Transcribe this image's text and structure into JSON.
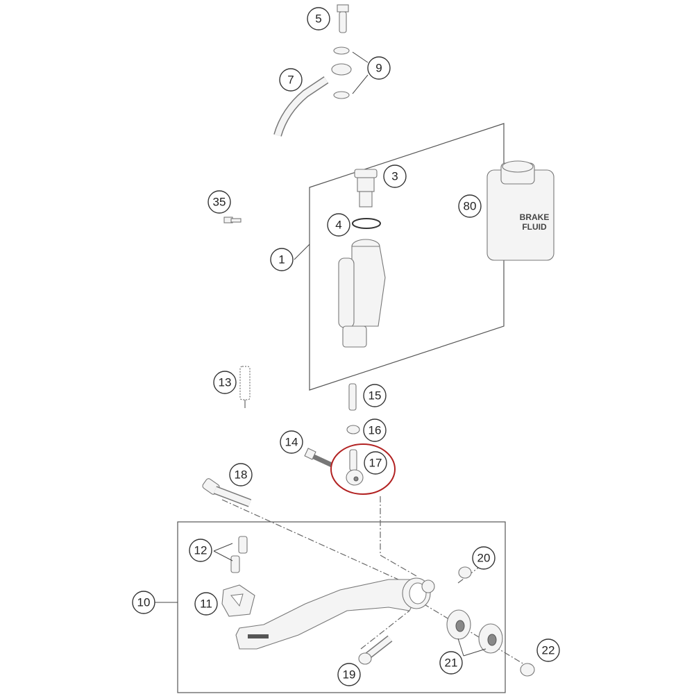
{
  "diagram": {
    "title": "Rear brake master cylinder and brake pedal exploded view",
    "highlight_color": "#b22222",
    "highlighted_part": "17",
    "callouts": {
      "p5": "5",
      "p9": "9",
      "p7": "7",
      "p3": "3",
      "p35": "35",
      "p4": "4",
      "p80": "80",
      "p1": "1",
      "p13": "13",
      "p15": "15",
      "p16": "16",
      "p14": "14",
      "p17": "17",
      "p18": "18",
      "p12": "12",
      "p20": "20",
      "p10": "10",
      "p11": "11",
      "p22": "22",
      "p21": "21",
      "p19": "19"
    },
    "fluid_label_1": "BRAKE",
    "fluid_label_2": "FLUID"
  }
}
